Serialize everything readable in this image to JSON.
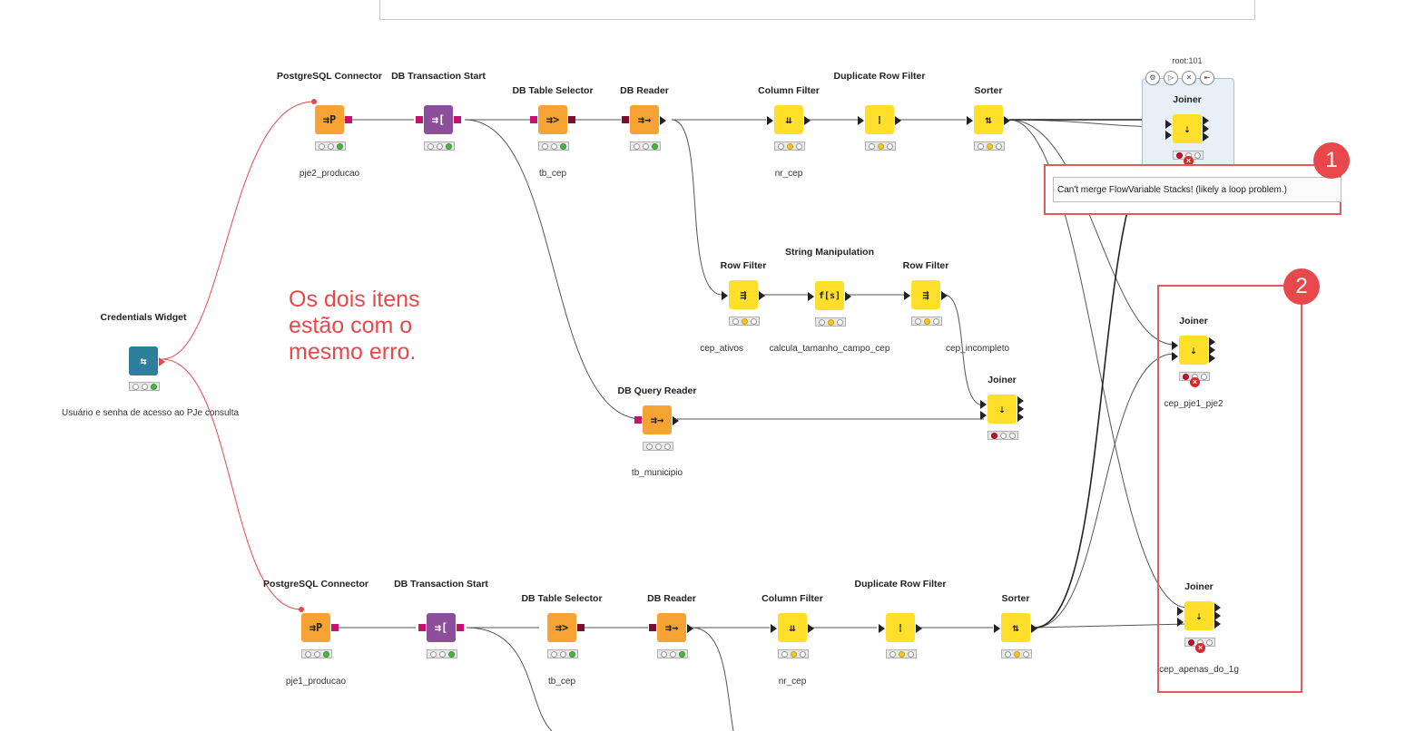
{
  "annotation_text": "Os dois itens estão com o mesmo erro.",
  "tooltip": "Can't merge FlowVariable Stacks! (likely a loop problem.)",
  "callouts": [
    "1",
    "2"
  ],
  "root_label": "root:101",
  "toolbar_icons": [
    "gear-icon",
    "play-icon",
    "cancel-icon",
    "reset-icon"
  ],
  "nodes": {
    "credentials": {
      "title": "Credentials Widget",
      "label": "Usuário e senha de acesso ao PJe consulta"
    },
    "pg_top": {
      "title": "PostgreSQL Connector",
      "label": "pje2_producao"
    },
    "dbts_top": {
      "title": "DB Transaction Start",
      "label": ""
    },
    "dbtable_top": {
      "title": "DB Table Selector",
      "label": "tb_cep"
    },
    "dbreader_top": {
      "title": "DB Reader",
      "label": ""
    },
    "colfilter_top": {
      "title": "Column Filter",
      "label": "nr_cep"
    },
    "dup_top": {
      "title": "Duplicate Row Filter",
      "label": ""
    },
    "sorter_top": {
      "title": "Sorter",
      "label": ""
    },
    "joiner_top": {
      "title": "Joiner",
      "label": ""
    },
    "rowfilter1": {
      "title": "Row Filter",
      "label": "cep_ativos"
    },
    "stringmanip": {
      "title": "String Manipulation",
      "label": "calcula_tamanho_campo_cep"
    },
    "rowfilter2": {
      "title": "Row Filter",
      "label": "cep_incompleto"
    },
    "joiner_mid": {
      "title": "Joiner",
      "label": ""
    },
    "dbquery": {
      "title": "DB Query Reader",
      "label": "tb_municipio"
    },
    "joiner_r1": {
      "title": "Joiner",
      "label": "cep_pje1_pje2"
    },
    "joiner_r2": {
      "title": "Joiner",
      "label": "cep_apenas_do_1g"
    },
    "pg_bot": {
      "title": "PostgreSQL Connector",
      "label": "pje1_producao"
    },
    "dbts_bot": {
      "title": "DB Transaction Start",
      "label": ""
    },
    "dbtable_bot": {
      "title": "DB Table Selector",
      "label": "tb_cep"
    },
    "dbreader_bot": {
      "title": "DB Reader",
      "label": ""
    },
    "colfilter_bot": {
      "title": "Column Filter",
      "label": "nr_cep"
    },
    "dup_bot": {
      "title": "Duplicate Row Filter",
      "label": ""
    },
    "sorter_bot": {
      "title": "Sorter",
      "label": ""
    }
  },
  "colors": {
    "accent_red": "#e8484c",
    "db_orange": "#f7a234",
    "manip_yellow": "#ffdf2a",
    "flow_purple": "#8d4f9a",
    "widget_teal": "#2e7f9b"
  }
}
